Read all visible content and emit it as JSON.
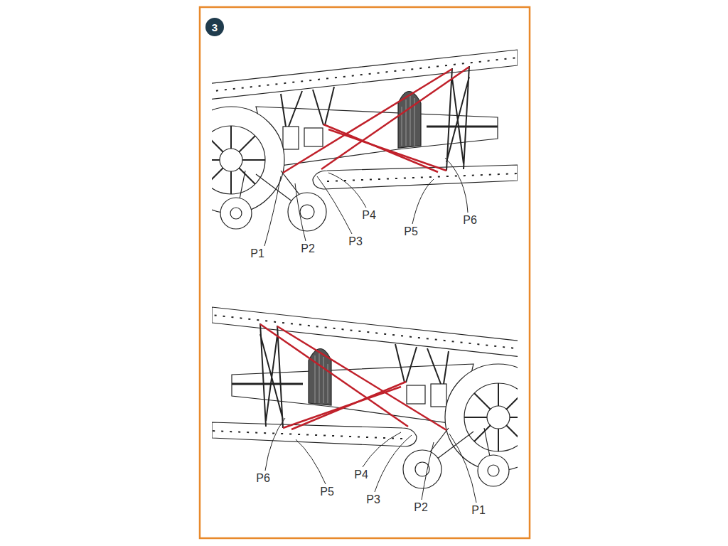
{
  "diagram": {
    "nodes": [
      {
        "text": [
          "3"
        ]
      }
    ],
    "labels": [
      "P1",
      "P2",
      "P3",
      "P4",
      "P5",
      "P6",
      "P6",
      "P5",
      "P4",
      "P3",
      "P2",
      "P1"
    ]
  }
}
